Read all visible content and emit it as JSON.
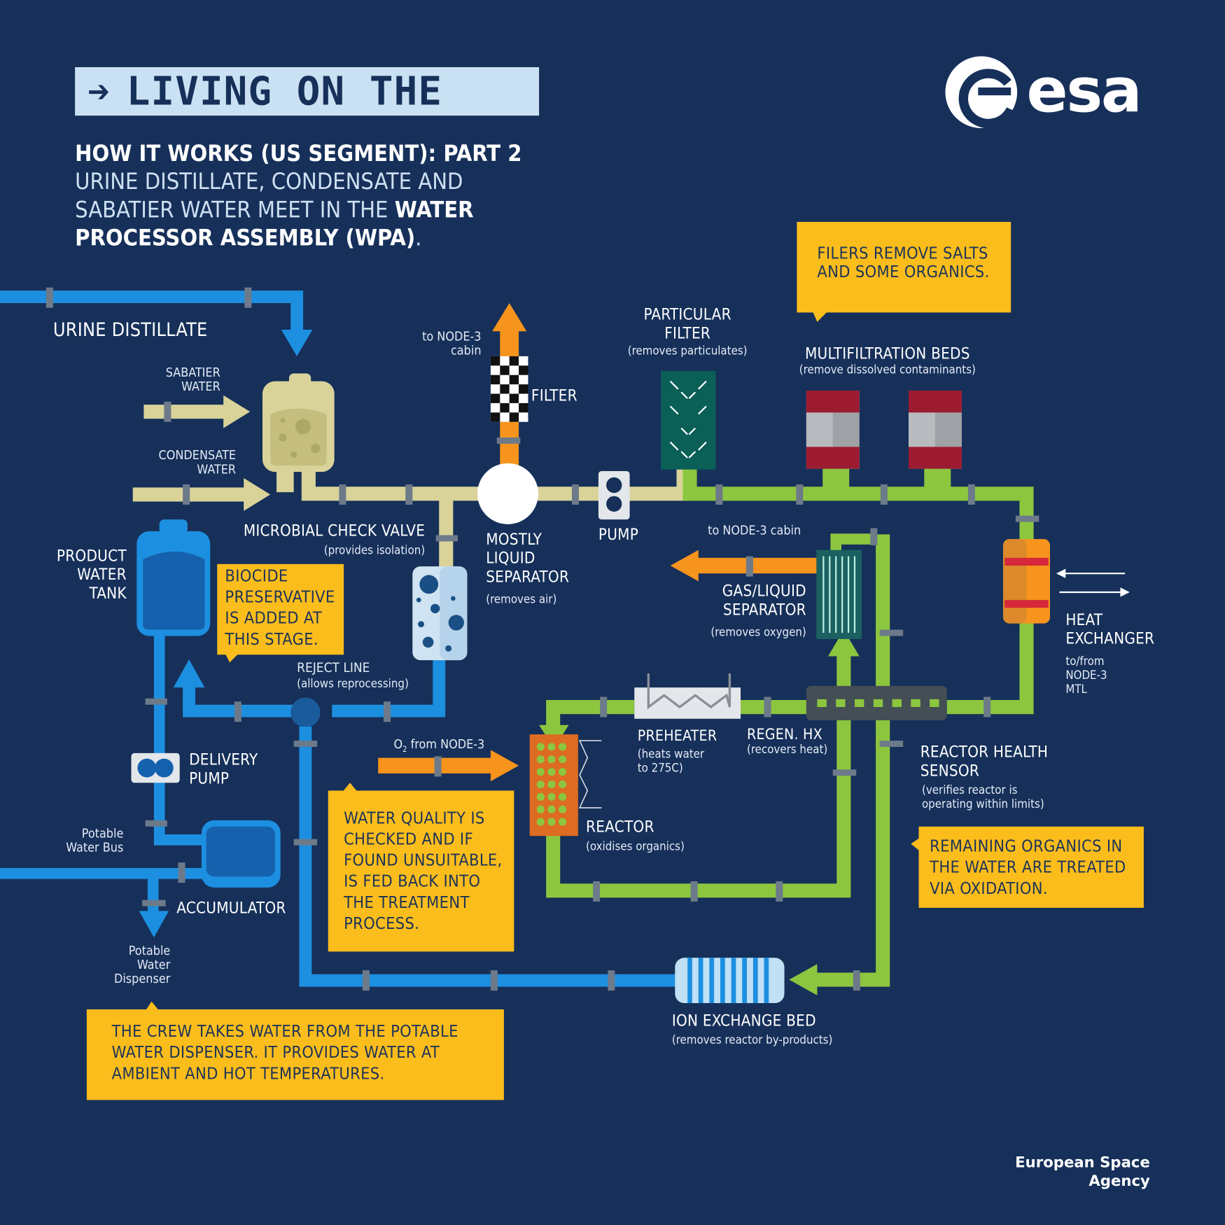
{
  "header": {
    "title": "LIVING ON THE ISS",
    "subtitle_bold": "HOW IT WORKS (US SEGMENT): PART 2",
    "subtitle_text": "URINE DISTILLATE, CONDENSATE AND SABATIER WATER MEET IN THE ",
    "subtitle_bold_end": "WATER PROCESSOR ASSEMBLY (WPA)",
    "subtitle_end": "."
  },
  "logo": {
    "text": "esa",
    "icon": "esa-logo-icon"
  },
  "credit": "European Space Agency",
  "colors": {
    "background": "#16305a",
    "raw_water": "#d9d39a",
    "treated_loop": "#8cc63f",
    "potable_water": "#1d8fe0",
    "oxygen": "#f7941d",
    "callout": "#fbbd1c"
  },
  "labels": {
    "urine_distillate": "URINE DISTILLATE",
    "sabatier_water": [
      "SABATIER",
      "WATER"
    ],
    "condensate_water": [
      "CONDENSATE",
      "WATER"
    ],
    "to_node3_cabin_top": [
      "to NODE-3",
      "cabin"
    ],
    "filter": "FILTER",
    "particular_filter": [
      "PARTICULAR",
      "FILTER"
    ],
    "particular_filter_note": "(removes particulates)",
    "multifiltration_beds": "MULTIFILTRATION BEDS",
    "multifiltration_beds_note": "(remove dissolved contaminants)",
    "microbial_check_valve": "MICROBIAL CHECK VALVE",
    "microbial_check_valve_note": "(provides isolation)",
    "mostly_liquid_separator": [
      "MOSTLY",
      "LIQUID",
      "SEPARATOR"
    ],
    "mostly_liquid_separator_note": "(removes air)",
    "pump": "PUMP",
    "to_node3_cabin_mid": "to NODE-3 cabin",
    "gas_liquid_separator": [
      "GAS/LIQUID",
      "SEPARATOR"
    ],
    "gas_liquid_separator_note": "(removes oxygen)",
    "heat_exchanger": [
      "HEAT",
      "EXCHANGER"
    ],
    "heat_exchanger_note": [
      "to/from",
      "NODE-3",
      "MTL"
    ],
    "product_water_tank": [
      "PRODUCT",
      "WATER",
      "TANK"
    ],
    "reject_line": "REJECT LINE",
    "reject_line_note": "(allows reprocessing)",
    "delivery_pump": [
      "DELIVERY",
      "PUMP"
    ],
    "o2_from_node3_pre": "O",
    "o2_from_node3_sub": "2",
    "o2_from_node3_post": " from NODE-3",
    "preheater": "PREHEATER",
    "preheater_note": [
      "(heats water",
      "to 275C)"
    ],
    "regen_hx": "REGEN. HX",
    "regen_hx_note": "(recovers heat)",
    "reactor_health_sensor": [
      "REACTOR HEALTH",
      "SENSOR"
    ],
    "reactor_health_sensor_note": [
      "(verifies reactor is",
      "operating within limits)"
    ],
    "reactor": "REACTOR",
    "reactor_note": "(oxidises organics)",
    "potable_water_bus": [
      "Potable",
      "Water Bus"
    ],
    "accumulator": "ACCUMULATOR",
    "potable_water_dispenser": [
      "Potable",
      "Water",
      "Dispenser"
    ],
    "ion_exchange_bed": "ION EXCHANGE BED",
    "ion_exchange_bed_note": "(removes reactor by-products)"
  },
  "callouts": {
    "filters": [
      "FILERS REMOVE SALTS",
      "AND SOME ORGANICS."
    ],
    "biocide": [
      "BIOCIDE",
      "PRESERVATIVE",
      "IS ADDED AT",
      "THIS STAGE."
    ],
    "water_quality": [
      "WATER QUALITY IS",
      "CHECKED AND IF",
      "FOUND UNSUITABLE,",
      "IS FED BACK INTO",
      "THE TREATMENT",
      "PROCESS."
    ],
    "oxidation": [
      "REMAINING ORGANICS IN",
      "THE WATER ARE TREATED",
      "VIA OXIDATION."
    ],
    "crew": [
      "THE CREW TAKES WATER FROM THE POTABLE",
      "WATER DISPENSER. IT PROVIDES WATER AT",
      "AMBIENT AND HOT TEMPERATURES."
    ]
  }
}
